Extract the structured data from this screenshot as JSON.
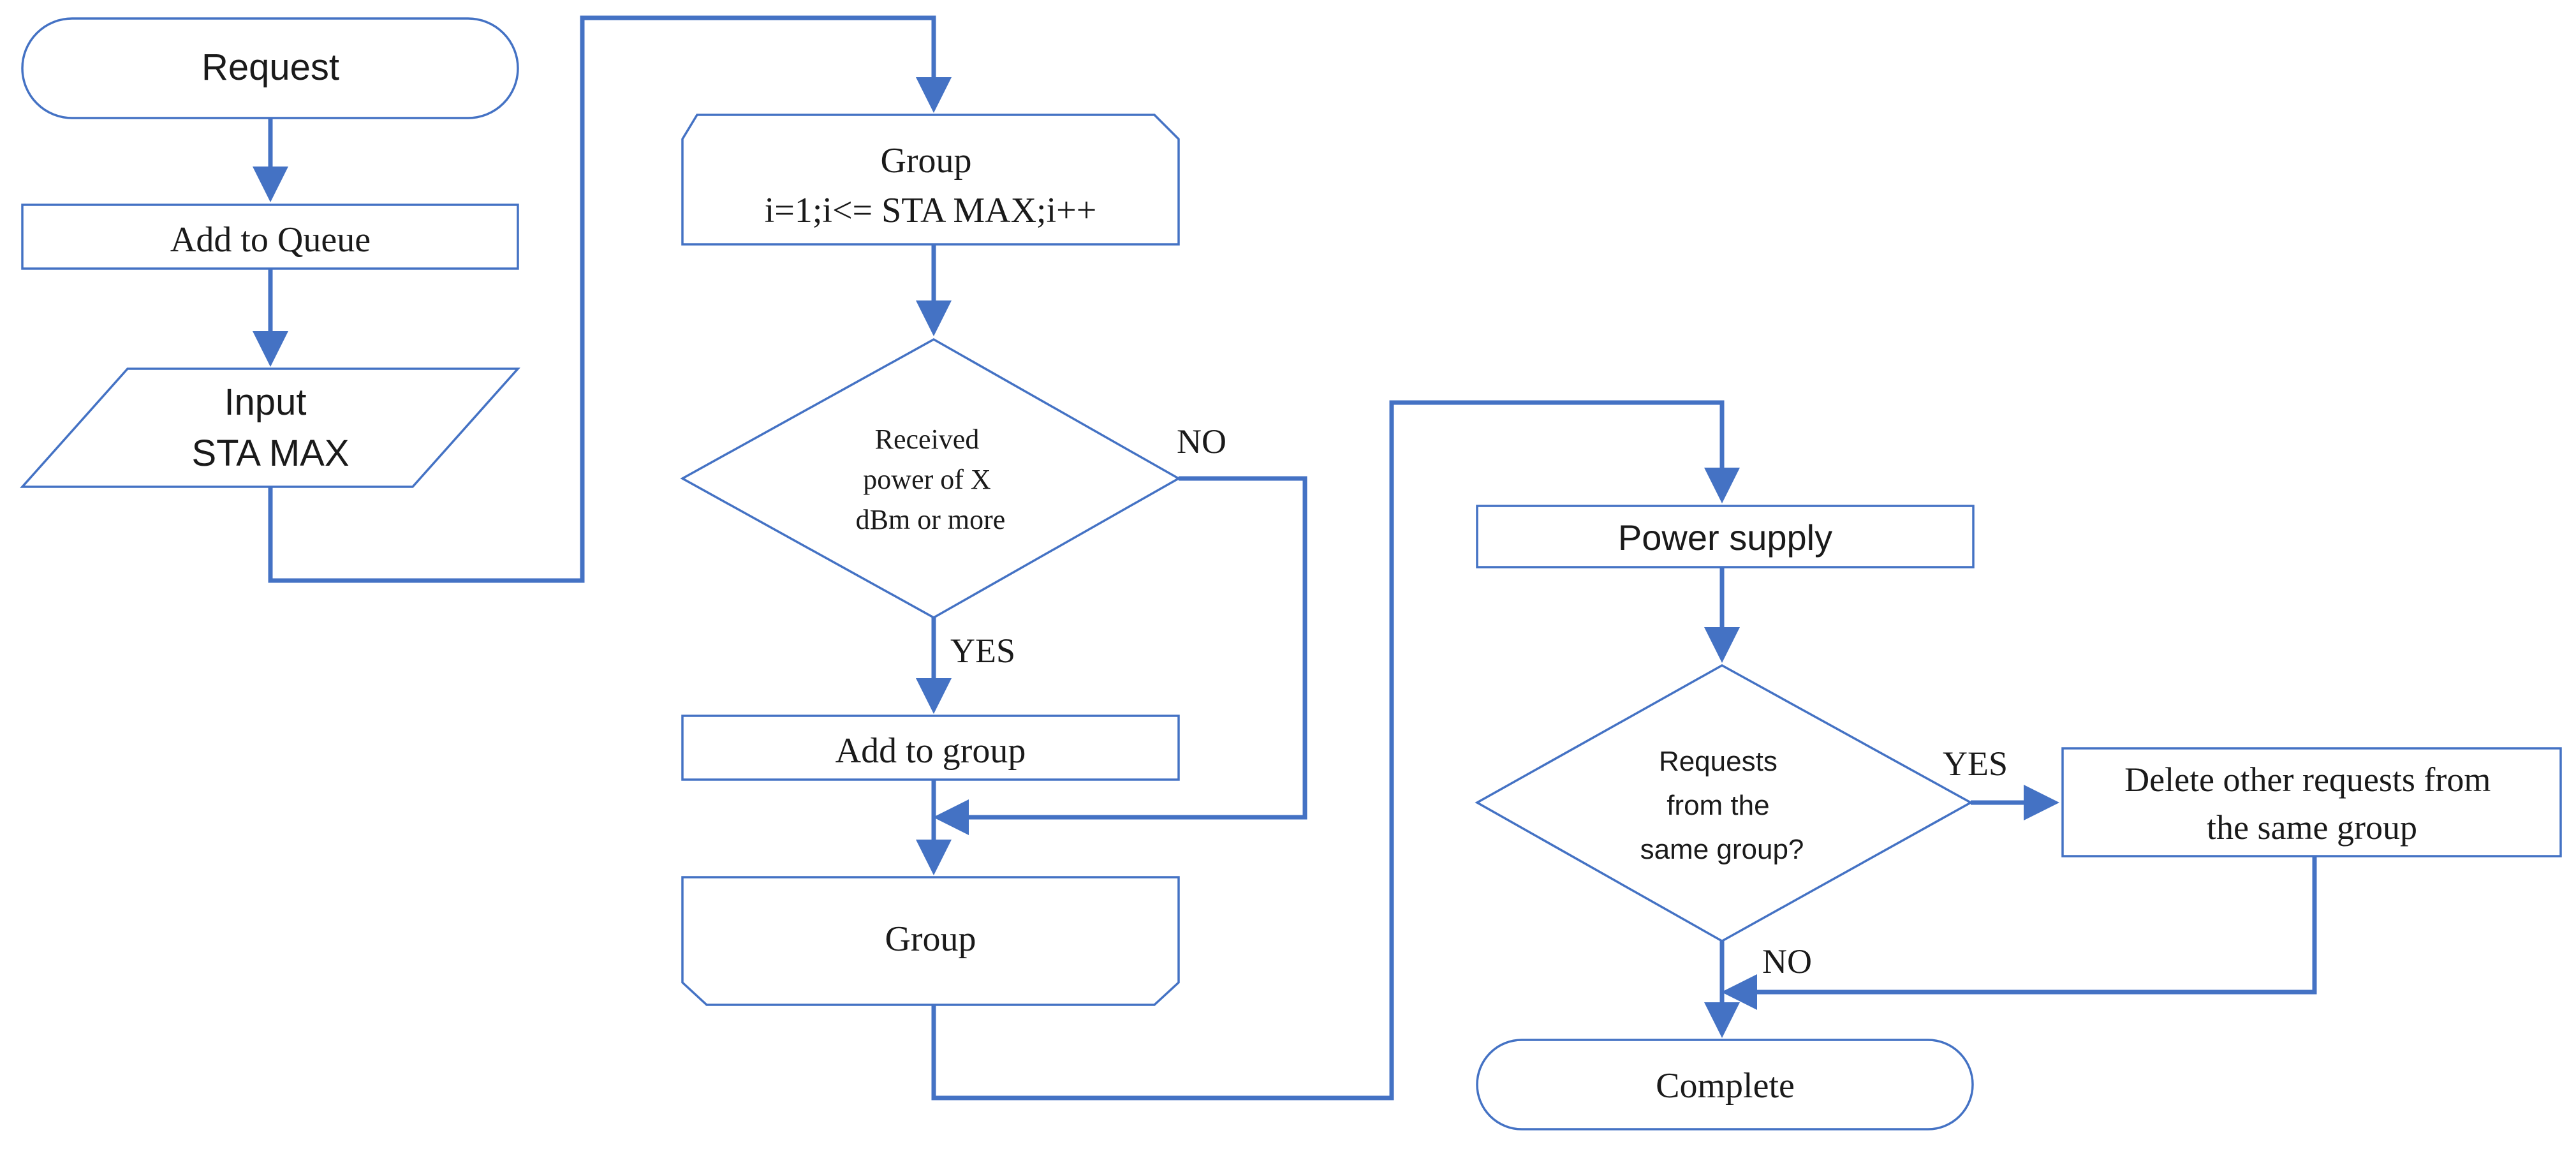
{
  "colors": {
    "line": "#4472C4",
    "text": "#1a1a1a",
    "fill": "#ffffff"
  },
  "nodes": {
    "request": "Request",
    "add_to_queue": "Add to Queue",
    "input": [
      "Input",
      "STA MAX"
    ],
    "group_loop_start": [
      "Group",
      "i=1;i<= STA MAX;i++"
    ],
    "received_power_check": [
      "Received",
      "power of X",
      "dBm or more"
    ],
    "add_to_group": "Add to group",
    "group_loop_end": "Group",
    "power_supply": "Power supply",
    "same_group_check": [
      "Requests",
      "from the",
      "same group?"
    ],
    "delete_other_requests": [
      "Delete other requests from",
      "the same group"
    ],
    "complete": "Complete"
  },
  "branch_labels": {
    "power_no": "NO",
    "power_yes": "YES",
    "same_group_yes": "YES",
    "same_group_no": "NO"
  }
}
